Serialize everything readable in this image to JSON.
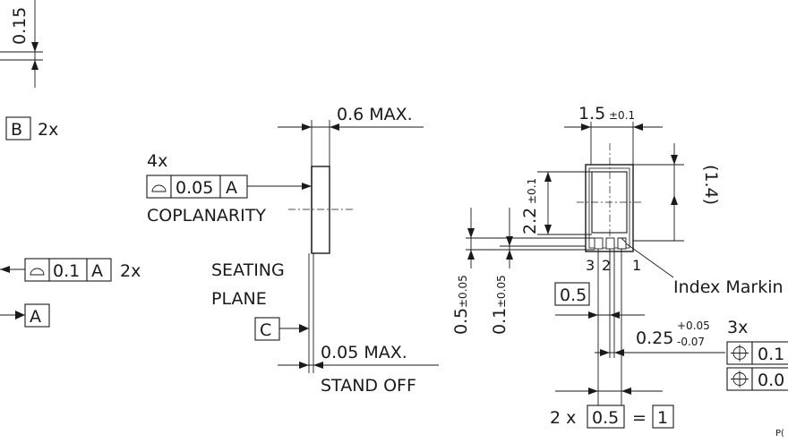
{
  "left_fragment": {
    "dim_015": "0.15",
    "datum_b": "B",
    "datum_b_count": "2x",
    "profile_tol": "0.1",
    "profile_datum": "A",
    "profile_count": "2x",
    "datum_a": "A"
  },
  "side_view": {
    "max_thickness": "0.6 MAX.",
    "coplanarity_count": "4x",
    "coplanarity_tol": "0.05",
    "coplanarity_datum": "A",
    "coplanarity_label": "COPLANARITY",
    "seating_label_1": "SEATING",
    "seating_label_2": "PLANE",
    "datum_c": "C",
    "standoff_value": "0.05 MAX.",
    "standoff_label": "STAND OFF"
  },
  "top_view": {
    "width_nominal": "1.5",
    "width_tol": "±0.1",
    "height_ref": "(1.4)",
    "inner_height_nominal": "2.2",
    "inner_height_tol": "±0.1",
    "pad_height_nominal": "0.5",
    "pad_height_tol": "±0.05",
    "pad_gap_nominal": "0.1",
    "pad_gap_tol": "±0.05",
    "pin_3": "3",
    "pin_2": "2",
    "pin_1": "1",
    "index_label": "Index Markin",
    "pitch_box": "0.5",
    "pad_width_nominal": "0.25",
    "pad_width_tol_plus": "+0.05",
    "pad_width_tol_minus": "-0.07",
    "position_count": "3x",
    "position_tol_1": "0.1",
    "position_tol_2": "0.0",
    "pitch_prefix": "2 x",
    "pitch_value": "0.5",
    "pitch_equals": "=",
    "pitch_total": "1",
    "corner_code": "P("
  }
}
